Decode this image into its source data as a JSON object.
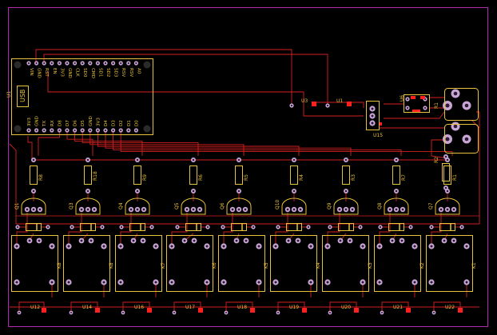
{
  "colors": {
    "background": "#000000",
    "outline": "#b02ab0",
    "trace": "#d42020",
    "silk": "#e8c23a",
    "pad": "#c9a6d6",
    "pad_hole": "#2a1a33",
    "smd": "#ff2020"
  },
  "mcu": {
    "usb_label": "USB",
    "top_pins": [
      "VIN",
      "GND",
      "RST",
      "EN",
      "3V3",
      "GND",
      "CLK",
      "SD0",
      "CMD",
      "SD1",
      "SD2",
      "SD3",
      "RSV",
      "RSV",
      "A0"
    ],
    "bottom_pins": [
      "3V3",
      "GND",
      "TX",
      "RX",
      "D8",
      "D7",
      "D6",
      "D5",
      "GND",
      "3V3",
      "D4",
      "D3",
      "D2",
      "D1",
      "D0"
    ],
    "side_label": "U1"
  },
  "misc_labels": {
    "u3": "U3",
    "u1": "U1",
    "u15": "U15",
    "u6": "U6",
    "r2": "R2",
    "r1": "R1"
  },
  "resistors": [
    "R8",
    "R18",
    "R9",
    "R6",
    "R5",
    "R4",
    "R3",
    "R7",
    "R1"
  ],
  "transistors": [
    "Q1",
    "Q3",
    "Q4",
    "Q5",
    "Q6",
    "Q10",
    "Q9",
    "Q8",
    "Q7"
  ],
  "relays": [
    "K8",
    "K8",
    "K7",
    "K6",
    "K5",
    "K4",
    "K3",
    "K2",
    "K1"
  ],
  "bottom_units": [
    "U12",
    "U14",
    "U16",
    "U17",
    "U18",
    "U19",
    "U20",
    "U21",
    "U22"
  ]
}
